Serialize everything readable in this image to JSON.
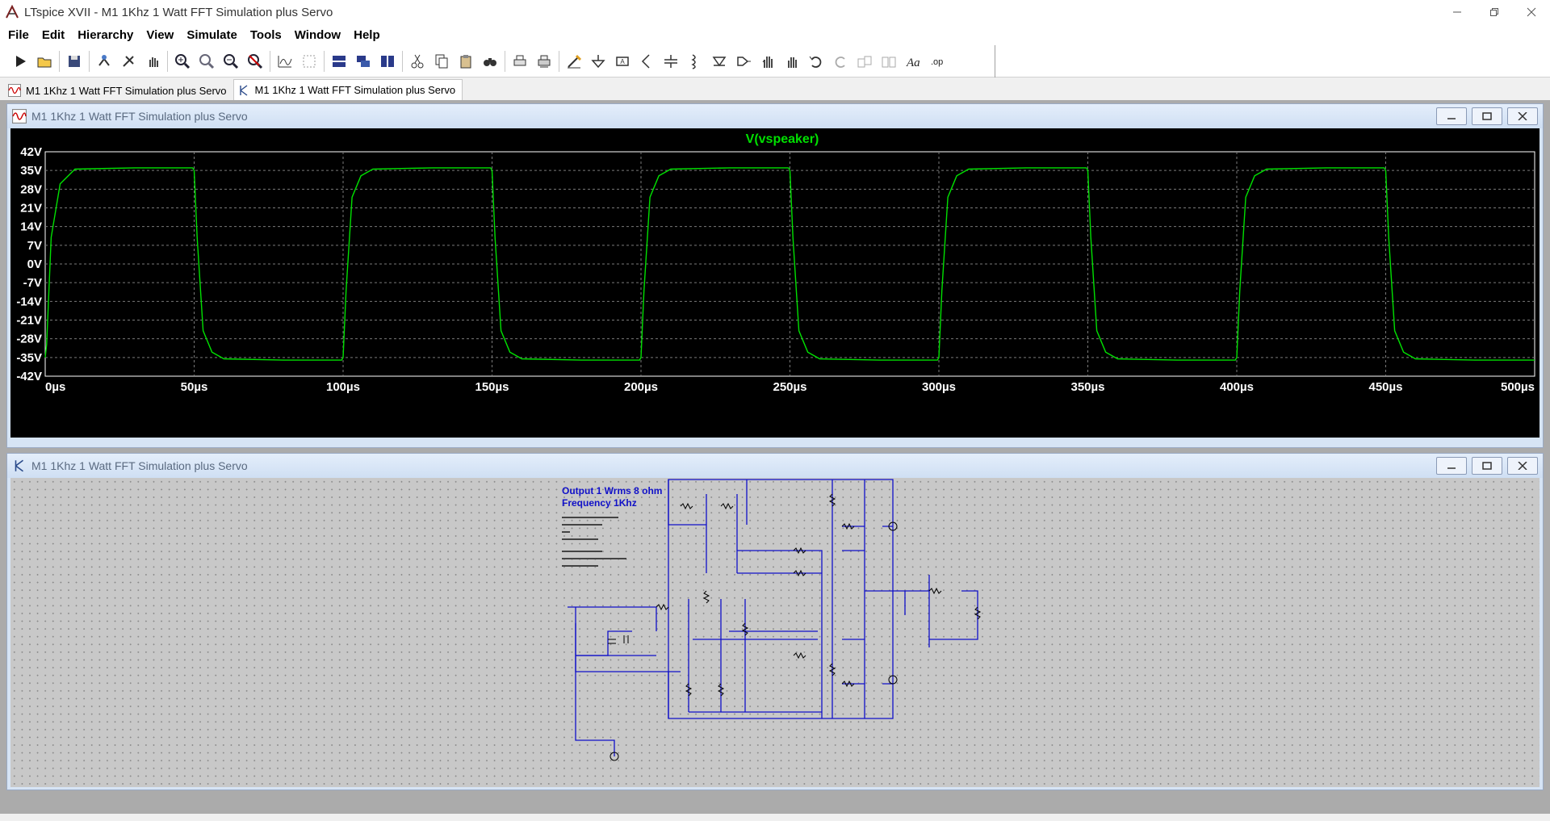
{
  "window": {
    "title": "LTspice XVII - M1 1Khz 1 Watt FFT Simulation plus Servo"
  },
  "menu": [
    "File",
    "Edit",
    "Hierarchy",
    "View",
    "Simulate",
    "Tools",
    "Window",
    "Help"
  ],
  "toolbar_icons": [
    "run-icon",
    "open-icon",
    "save-icon",
    "control-panel-icon",
    "halt-icon",
    "pan-icon",
    "zoom-in-icon",
    "zoom-area-icon",
    "zoom-out-icon",
    "zoom-cancel-icon",
    "autorange-icon",
    "mark-unref-icon",
    "tile-horizontal-icon",
    "cascade-icon",
    "tile-vertical-icon",
    "cut-icon",
    "copy-icon",
    "paste-icon",
    "find-icon",
    "print-icon",
    "print-setup-icon",
    "wire-icon",
    "ground-icon",
    "label-net-icon",
    "resistor-icon",
    "capacitor-icon",
    "inductor-icon",
    "diode-icon",
    "component-icon",
    "move-icon",
    "drag-icon",
    "undo-icon",
    "redo-icon",
    "rotate-icon",
    "mirror-icon",
    "text-icon",
    "spice-directive-icon"
  ],
  "tabs": [
    {
      "label": "M1 1Khz 1 Watt FFT Simulation plus Servo",
      "icon": "waveform-icon",
      "active": false
    },
    {
      "label": "M1 1Khz 1 Watt FFT Simulation plus Servo",
      "icon": "schematic-icon",
      "active": true
    }
  ],
  "waveform_window": {
    "title": "M1 1Khz 1 Watt FFT Simulation plus Servo"
  },
  "schematic_window": {
    "title": "M1 1Khz 1 Watt FFT Simulation plus Servo"
  },
  "schematic": {
    "note_line1": "Output 1 Wrms 8 ohm",
    "note_line2": "Frequency 1Khz"
  },
  "chart_data": {
    "type": "line",
    "title": "V(vspeaker)",
    "series": [
      {
        "name": "V(vspeaker)",
        "color": "#00e000",
        "x": [
          0,
          0.5,
          2,
          5,
          10,
          30,
          49.5,
          50,
          51,
          53,
          56,
          60,
          80,
          99.5,
          100,
          101,
          103,
          106,
          110,
          130,
          149.5,
          150,
          151,
          153,
          156,
          160,
          180,
          199.5,
          200,
          201,
          203,
          206,
          210,
          230,
          249.5,
          250,
          251,
          253,
          256,
          260,
          280,
          299.5,
          300,
          301,
          303,
          306,
          310,
          330,
          349.5,
          350,
          351,
          353,
          356,
          360,
          380,
          399.5,
          400,
          401,
          403,
          406,
          410,
          430,
          449.5,
          450,
          451,
          453,
          456,
          460,
          480,
          500
        ],
        "y": [
          -35,
          -30,
          10,
          30,
          35.5,
          36,
          36,
          35,
          10,
          -25,
          -33,
          -35.5,
          -36,
          -36,
          -35,
          -10,
          25,
          33,
          35.5,
          36,
          36,
          35,
          10,
          -25,
          -33,
          -35.5,
          -36,
          -36,
          -35,
          -10,
          25,
          33,
          35.5,
          36,
          36,
          35,
          10,
          -25,
          -33,
          -35.5,
          -36,
          -36,
          -35,
          -10,
          25,
          33,
          35.5,
          36,
          36,
          35,
          10,
          -25,
          -33,
          -35.5,
          -36,
          -36,
          -35,
          -10,
          25,
          33,
          35.5,
          36,
          36,
          35,
          10,
          -25,
          -33,
          -35.5,
          -36,
          -36
        ]
      }
    ],
    "x_ticks": [
      "0µs",
      "50µs",
      "100µs",
      "150µs",
      "200µs",
      "250µs",
      "300µs",
      "350µs",
      "400µs",
      "450µs",
      "500µs"
    ],
    "y_ticks": [
      "42V",
      "35V",
      "28V",
      "21V",
      "14V",
      "7V",
      "0V",
      "-7V",
      "-14V",
      "-21V",
      "-28V",
      "-35V",
      "-42V"
    ],
    "xlim": [
      0,
      500
    ],
    "ylim": [
      -42,
      42
    ],
    "grid": true,
    "background": "#000000",
    "axis_color": "#ffffff",
    "grid_color": "#7a7a7a"
  }
}
